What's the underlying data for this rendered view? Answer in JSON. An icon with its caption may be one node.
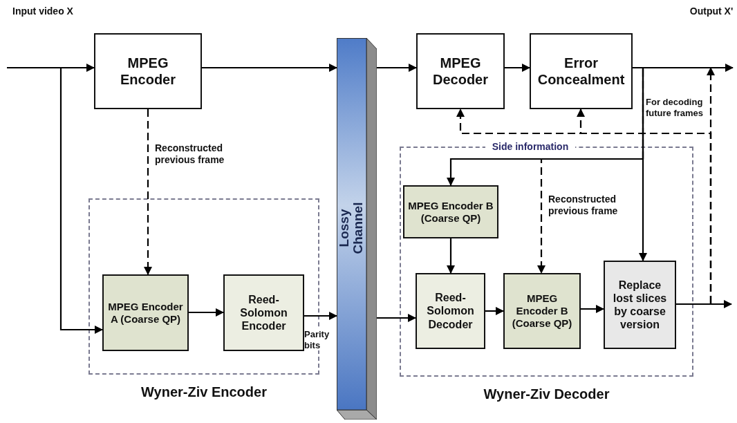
{
  "diagram": {
    "nodes": [
      {
        "text": [
          "MPEG Encoder"
        ]
      },
      {
        "text": [
          "Lossy Channel"
        ]
      },
      {
        "text": [
          "MPEG Decoder"
        ]
      },
      {
        "text": [
          "Error Concealment"
        ]
      },
      {
        "text": [
          "Wyner-Ziv Encoder"
        ]
      },
      {
        "text": [
          "MPEG Encoder A (Coarse QP)"
        ],
        "in": 4
      },
      {
        "text": [
          "Reed-Solomon Encoder"
        ],
        "in": 4
      },
      {
        "text": [
          "Wyner-Ziv Decoder"
        ]
      },
      {
        "text": [
          "MPEG Encoder B (Coarse QP)"
        ],
        "in": 7
      },
      {
        "text": [
          "Reed-Solomon Decoder"
        ],
        "in": 7
      },
      {
        "text": [
          "MPEG Encoder B (Coarse QP)"
        ],
        "in": 7
      },
      {
        "text": [
          "Replace lost slices by coarse version"
        ],
        "in": 7
      }
    ],
    "edges": [
      {
        "from": null,
        "to": 0,
        "arrow": "to"
      },
      {
        "from": null,
        "to": 5,
        "arrow": "to"
      },
      {
        "from": 0,
        "to": 1,
        "arrow": "to"
      },
      {
        "from": 0,
        "to": 5,
        "arrow": "to",
        "style": "dashed",
        "label": "Reconstructed previous frame"
      },
      {
        "from": 5,
        "to": 6,
        "arrow": "to"
      },
      {
        "from": 6,
        "to": 1,
        "arrow": "to",
        "label": "Parity bits"
      },
      {
        "from": 1,
        "to": 2,
        "arrow": "to"
      },
      {
        "from": 1,
        "to": 9,
        "arrow": "to"
      },
      {
        "from": 2,
        "to": 3,
        "arrow": "to"
      },
      {
        "from": 3,
        "to": null,
        "arrow": "to"
      },
      {
        "from": 3,
        "to": 8,
        "arrow": "to"
      },
      {
        "from": 3,
        "to": 11,
        "arrow": "to"
      },
      {
        "from": 3,
        "to": 10,
        "arrow": "to",
        "style": "dashed",
        "label": "Reconstructed previous frame"
      },
      {
        "from": 8,
        "to": 9,
        "arrow": "to"
      },
      {
        "from": 9,
        "to": 10,
        "arrow": "to"
      },
      {
        "from": 10,
        "to": 11,
        "arrow": "to"
      },
      {
        "from": 11,
        "to": null,
        "arrow": "to"
      },
      {
        "from": 11,
        "to": 2,
        "arrow": "to",
        "style": "dashed"
      },
      {
        "from": 11,
        "to": 3,
        "arrow": "to",
        "style": "dashed"
      },
      {
        "from": 11,
        "to": null,
        "arrow": "to",
        "style": "dashed",
        "label": "For decoding future frames"
      }
    ],
    "labels": [
      "Input video X",
      "Output X'",
      "Side information"
    ]
  }
}
